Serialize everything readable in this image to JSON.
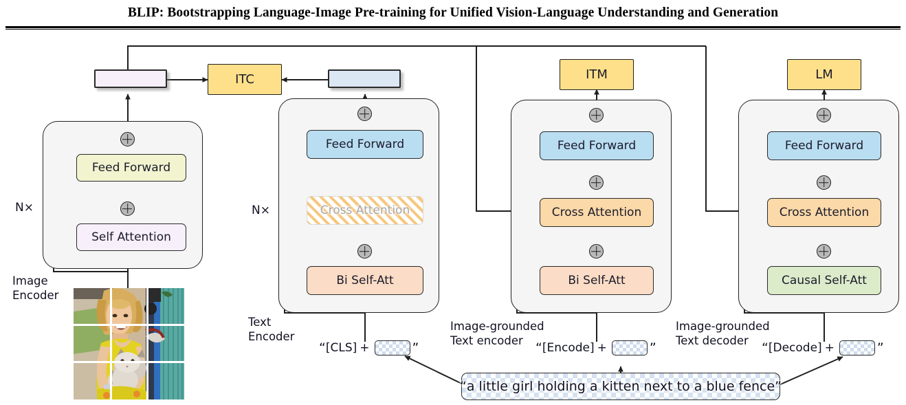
{
  "paper": {
    "title": "BLIP: Bootstrapping Language-Image Pre-training for Unified Vision-Language Understanding and Generation"
  },
  "figure": {
    "losses": [
      {
        "id": "itc",
        "label": "ITC"
      },
      {
        "id": "itm",
        "label": "ITM"
      },
      {
        "id": "lm",
        "label": "LM"
      }
    ],
    "columns": [
      {
        "id": "image-encoder",
        "caption": "Image\nEncoder",
        "repeat": "N×",
        "blocks": [
          {
            "id": "feed-forward",
            "label": "Feed Forward",
            "color": "#f2f4cf",
            "state": "active"
          },
          {
            "id": "self-attention",
            "label": "Self Attention",
            "color": "#f7effa",
            "state": "active"
          }
        ],
        "output_bar_color": "#f7effa"
      },
      {
        "id": "text-encoder",
        "caption": "Text\nEncoder",
        "repeat": "N×",
        "input_prefix": "[CLS]",
        "blocks": [
          {
            "id": "feed-forward",
            "label": "Feed Forward",
            "color": "#b9ddf1",
            "state": "active"
          },
          {
            "id": "cross-attention",
            "label": "Cross Attention",
            "color": "#fbe2bd",
            "state": "disabled"
          },
          {
            "id": "bi-self-att",
            "label": "Bi Self-Att",
            "color": "#fbdcc6",
            "state": "active"
          }
        ],
        "output_bar_color": "#dbe7f3"
      },
      {
        "id": "image-grounded-text-encoder",
        "caption": "Image-grounded\nText encoder",
        "input_prefix": "[Encode]",
        "blocks": [
          {
            "id": "feed-forward",
            "label": "Feed Forward",
            "color": "#b9ddf1",
            "state": "active"
          },
          {
            "id": "cross-attention",
            "label": "Cross Attention",
            "color": "#fbd9a8",
            "state": "active"
          },
          {
            "id": "bi-self-att",
            "label": "Bi Self-Att",
            "color": "#fbdcc6",
            "state": "active"
          }
        ]
      },
      {
        "id": "image-grounded-text-decoder",
        "caption": "Image-grounded\nText decoder",
        "input_prefix": "[Decode]",
        "blocks": [
          {
            "id": "feed-forward",
            "label": "Feed Forward",
            "color": "#b9ddf1",
            "state": "active"
          },
          {
            "id": "cross-attention",
            "label": "Cross Attention",
            "color": "#fbd9a8",
            "state": "active"
          },
          {
            "id": "causal-self-att",
            "label": "Causal Self-Att",
            "color": "#dceccb",
            "state": "active"
          }
        ]
      }
    ],
    "caption_text": "“a little girl holding a kitten next to a blue fence”",
    "token_quote_open": "“",
    "token_quote_close": "”",
    "token_plus": "+",
    "image_alt": "photo of a little girl holding a kitten next to a blue fence, split into a 3x3 patch grid"
  },
  "colors": {
    "loss_yellow": "#ffe08a",
    "feed_forward_blue": "#b9ddf1",
    "feed_forward_yellowgreen": "#f2f4cf",
    "self_attention_lavender": "#f7effa",
    "bi_self_att_peach": "#fbdcc6",
    "cross_attention_orange": "#fbd9a8",
    "causal_self_att_green": "#dceccb",
    "panel_grey": "#f5f5f5",
    "stroke": "#222222",
    "plus_grey": "#b9b9b9",
    "checker_blue": "#d4e1f0"
  }
}
